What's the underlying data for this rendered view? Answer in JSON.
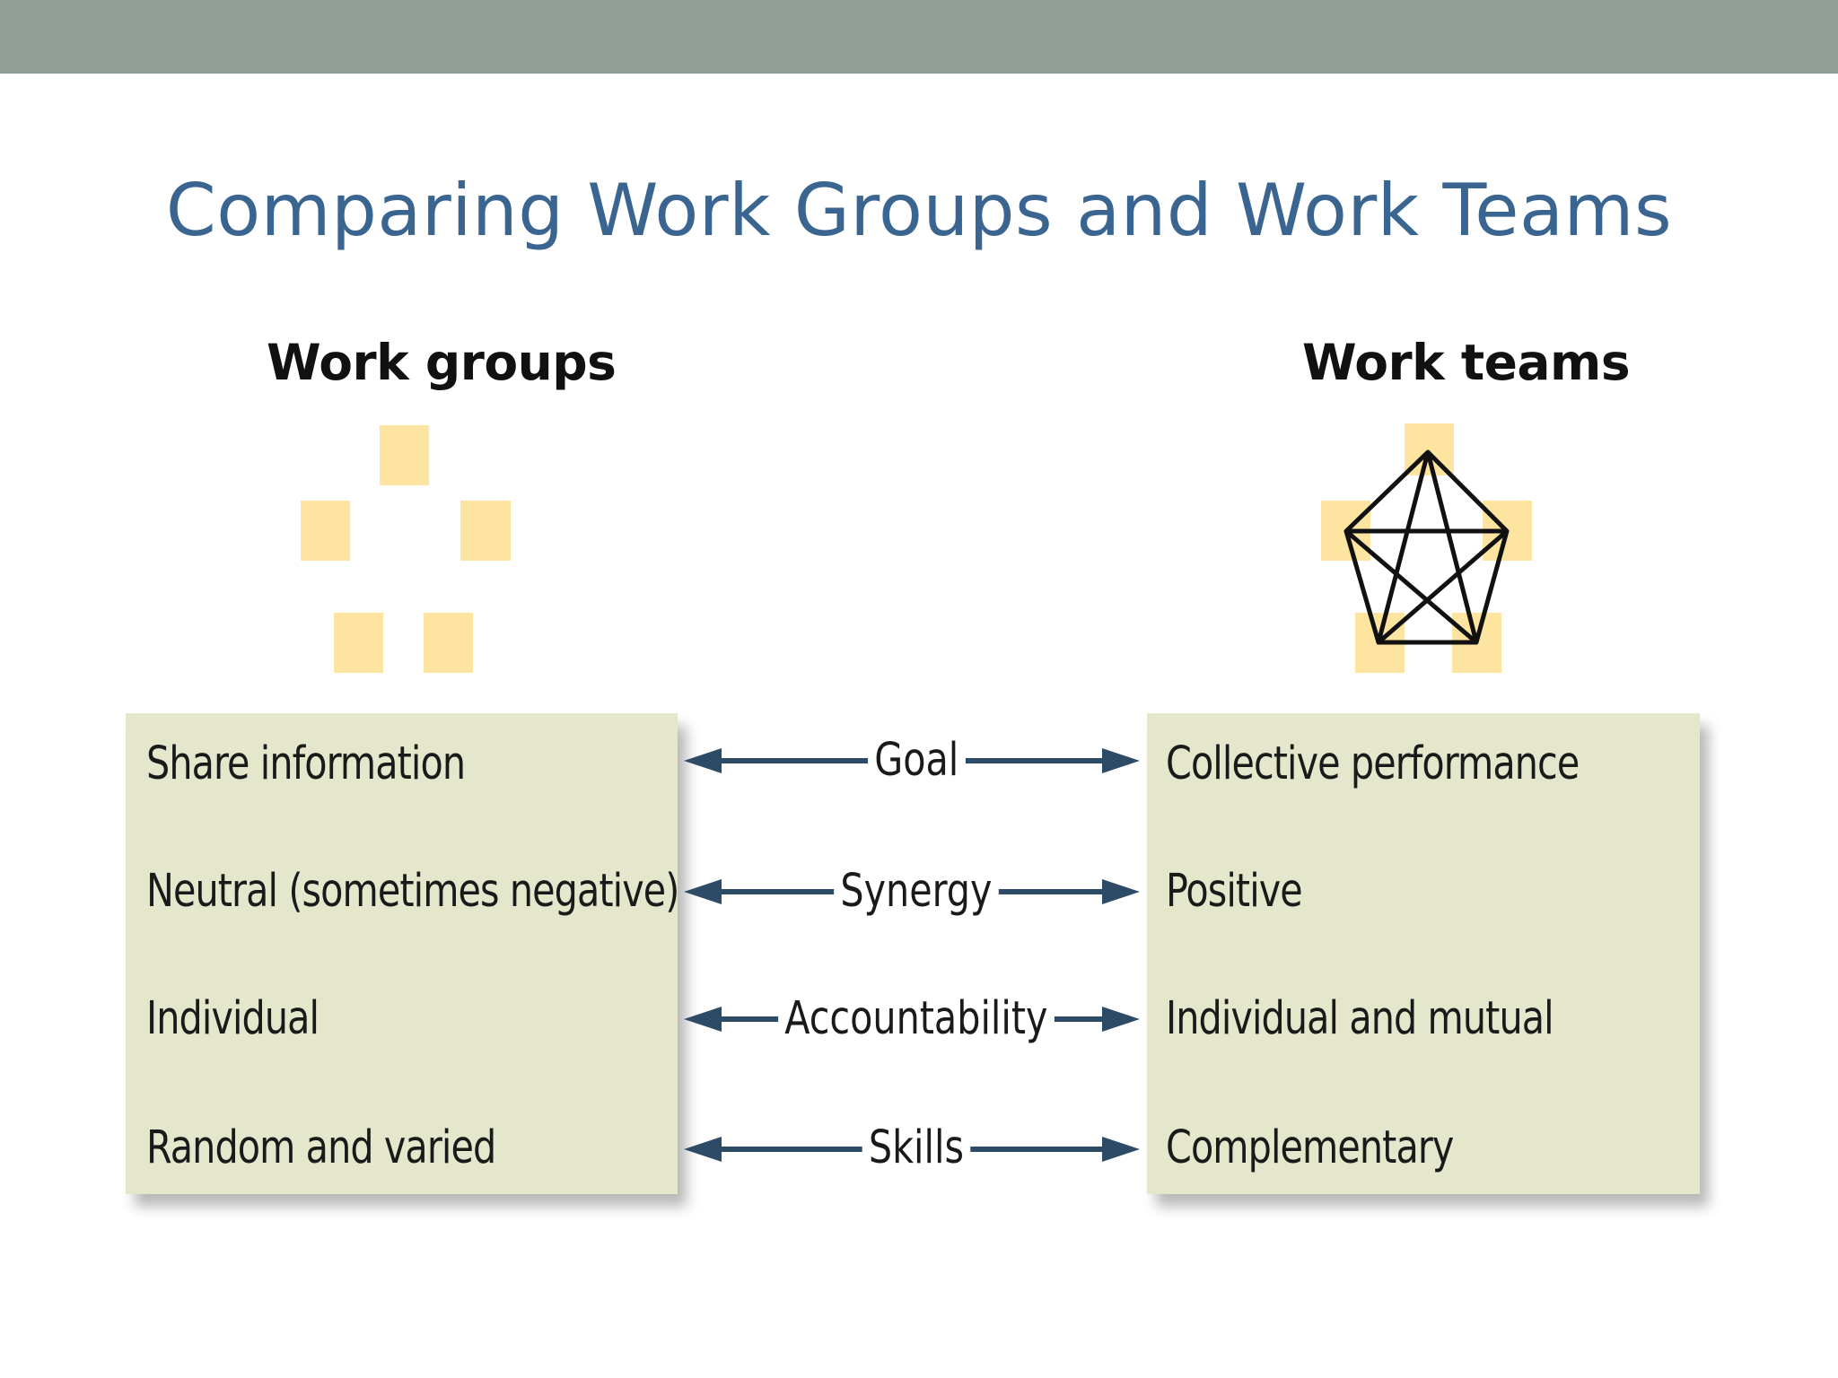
{
  "title": "Comparing Work Groups and Work Teams",
  "columns": {
    "left_heading": "Work groups",
    "right_heading": "Work teams"
  },
  "rows": [
    {
      "dimension": "Goal",
      "work_groups": "Share information",
      "work_teams": "Collective performance"
    },
    {
      "dimension": "Synergy",
      "work_groups": "Neutral (sometimes negative)",
      "work_teams": "Positive"
    },
    {
      "dimension": "Accountability",
      "work_groups": "Individual",
      "work_teams": "Individual and mutual"
    },
    {
      "dimension": "Skills",
      "work_groups": "Random and varied",
      "work_teams": "Complementary"
    }
  ],
  "colors": {
    "top_bar": "#919f97",
    "title": "#3a6591",
    "panel": "#e5e7cc",
    "member_square": "#fde4a0",
    "arrow": "#2d4a66"
  }
}
